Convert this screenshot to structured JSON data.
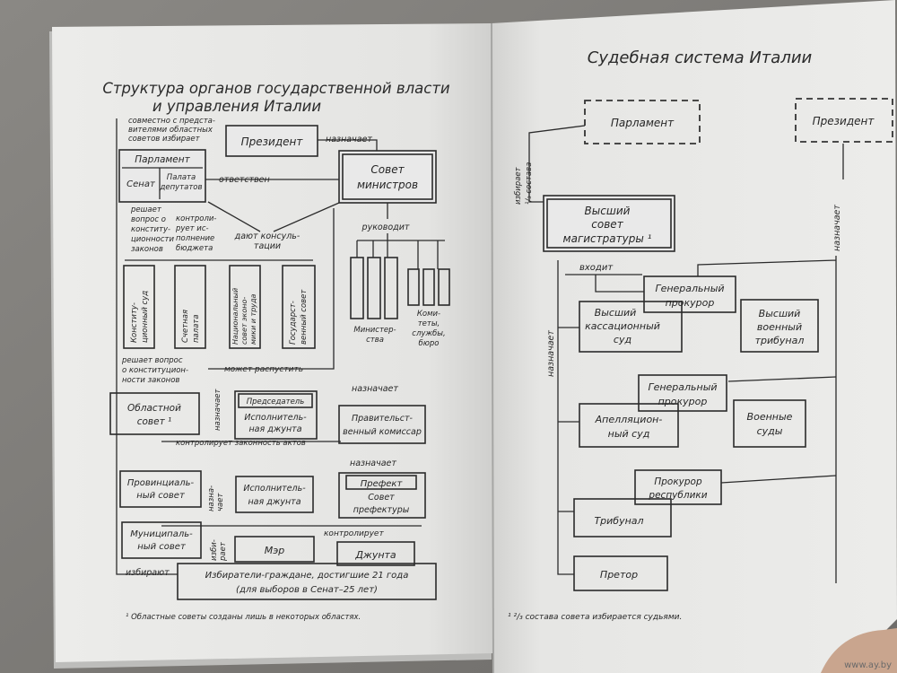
{
  "watermark": "www.ay.by",
  "left_page": {
    "title_line1": "Структура органов государственной власти",
    "title_line2": "и управления Италии",
    "footnote": "¹ Областные советы созданы лишь в некоторых областях.",
    "nodes": {
      "president": "Президент",
      "parliament": "Парламент",
      "senate": "Сенат",
      "chamber_l1": "Палата",
      "chamber_l2": "депутатов",
      "council_l1": "Совет",
      "council_l2": "министров",
      "ministries_l1": "Министер-",
      "ministries_l2": "ства",
      "committees_l1": "Коми-",
      "committees_l2": "теты,",
      "committees_l3": "службы,",
      "committees_l4": "бюро",
      "const_court_l1": "Конститу-",
      "const_court_l2": "ционный суд",
      "audit_l1": "Счетная",
      "audit_l2": "палата",
      "econ_council_l1": "Национальный",
      "econ_council_l2": "совет эконо-",
      "econ_council_l3": "мики и труда",
      "state_council_l1": "Государст-",
      "state_council_l2": "венный совет",
      "regional_council_l1": "Областной",
      "regional_council_l2": "совет ¹",
      "chairman": "Председатель",
      "exec_junta_l1": "Исполнитель-",
      "exec_junta_l2": "ная джунта",
      "gov_commissioner_l1": "Правительст-",
      "gov_commissioner_l2": "венный комиссар",
      "provincial_council_l1": "Провинциаль-",
      "provincial_council_l2": "ный совет",
      "prov_exec_junta_l1": "Исполнитель-",
      "prov_exec_junta_l2": "ная джунта",
      "prefect": "Префект",
      "prefecture_l1": "Совет",
      "prefecture_l2": "префектуры",
      "municipal_council_l1": "Муниципаль-",
      "municipal_council_l2": "ный совет",
      "mayor": "Мэр",
      "junta": "Джунта",
      "voters_l1": "Избиратели-граждане, достигшие 21 года",
      "voters_l2": "(для выборов в Сенат–25 лет)"
    },
    "labels": {
      "jointly_l1": "совместно с предста-",
      "jointly_l2": "вителями областных",
      "jointly_l3": "советов избирает",
      "appoints": "назначает",
      "responsible": "ответствен",
      "decides_l1": "решает",
      "decides_l2": "вопрос о",
      "decides_l3": "конститу-",
      "decides_l4": "ционности",
      "decides_l5": "законов",
      "controls_budget_l1": "контроли-",
      "controls_budget_l2": "рует ис-",
      "controls_budget_l3": "полнение",
      "controls_budget_l4": "бюджета",
      "consults_l1": "дают консуль-",
      "consults_l2": "тации",
      "directs": "руководит",
      "decides2_l1": "решает вопрос",
      "decides2_l2": "о конституцион-",
      "decides2_l3": "ности законов",
      "may_dissolve": "может распустить",
      "appoints2": "назначает",
      "appoints3": "назначает",
      "appoints_v": "назначает",
      "controls_legality": "контролирует законность актов",
      "appoints_v2": "назна-",
      "appoints_v2b": "чает",
      "controls": "контролирует",
      "elects_v": "изби-",
      "elects_vb": "рает",
      "elect": "избирают"
    }
  },
  "right_page": {
    "title": "Судебная система Италии",
    "footnote": "¹ ²/₃ состава совета избирается судьями.",
    "nodes": {
      "parliament": "Парламент",
      "president": "Президент",
      "supreme_council_l1": "Высший",
      "supreme_council_l2": "совет",
      "supreme_council_l3": "магистратуры ¹",
      "prosecutor_general_l1": "Генеральный",
      "prosecutor_general_l2": "прокурор",
      "cassation_l1": "Высший",
      "cassation_l2": "кассационный",
      "cassation_l3": "суд",
      "military_tribunal_l1": "Высший",
      "military_tribunal_l2": "военный",
      "military_tribunal_l3": "трибунал",
      "prosecutor_general2_l1": "Генеральный",
      "prosecutor_general2_l2": "прокурор",
      "appeal_l1": "Апелляцион-",
      "appeal_l2": "ный суд",
      "military_courts_l1": "Военные",
      "military_courts_l2": "суды",
      "republic_prosecutor_l1": "Прокурор",
      "republic_prosecutor_l2": "республики",
      "tribunal": "Трибунал",
      "pretor": "Претор"
    },
    "labels": {
      "elects_l1": "избирает",
      "elects_l2": "¹/₃ состава",
      "enters": "входит",
      "appoints_left": "назначает",
      "appoints_right": "назначает"
    }
  }
}
